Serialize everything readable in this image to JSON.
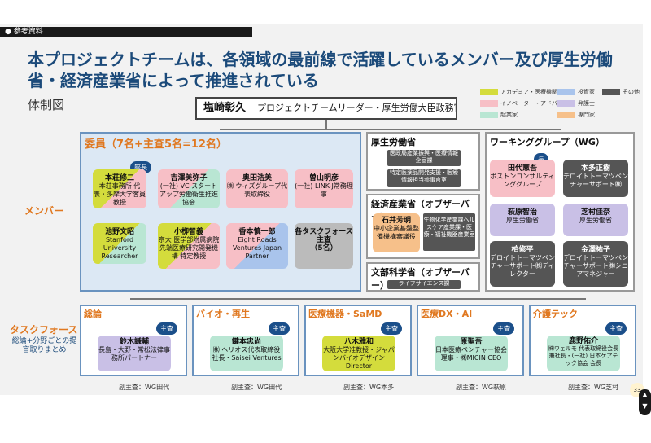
{
  "ref_tag": "参考資料",
  "title": "本プロジェクトチームは、各領域の最前線で活躍しているメンバー及び厚生労働省・経済産業省によって推進されている",
  "subtitle": "体制図",
  "leader": {
    "name": "塩崎彰久",
    "role": "プロジェクトチームリーダー・厚生労働大臣政務官"
  },
  "legend": [
    "アカデミア・医療機関",
    "投資家",
    "その他",
    "イノベーター・アドバイザー",
    "弁護士",
    "起業家",
    "専門家"
  ],
  "side": {
    "members": "メンバー",
    "taskforce": "タスクフォース",
    "tf_sub": "総論+分野ごとの提言取りまとめ"
  },
  "iin": {
    "title": "委員（7名+主査5名=12名）",
    "chair": "座長",
    "cards": [
      "本荘修二\n本荘事務所 代表・多摩大学客員教授",
      "吉澤美弥子\n(一社) VC スタートアップ労働衛生推進協会",
      "奥田浩美\n㈱ ウィズグループ代表取締役",
      "曽山明彦\n(一社) LINK-J常務理事",
      "池野文昭\nStanford University Researcher",
      "小栁智義\n京大 医学部附属病院 先端医療研究開発機構 特定教授",
      "香本慎一郎\nEight Roads Ventures Japan Partner",
      "各タスクフォース主査\n（5名）"
    ]
  },
  "mhlw": {
    "title": "厚生労働省",
    "items": [
      "医政局産業振興・医療情報企画課",
      "特定医薬品開発支援・医療情報担当参事官室"
    ]
  },
  "meti": {
    "title": "経済産業省（オブザーバー）",
    "person": "石井芳明\n中小企業基盤整備機構審議役",
    "item": "生物化学産業課ヘルスケア産業課・医療・福祉機器産業室"
  },
  "mext": {
    "title": "文部科学省（オブザーバー）",
    "item": "ライフサイエンス課"
  },
  "wg": {
    "title": "ワーキンググループ（WG）",
    "chief": "長",
    "cards": [
      "田代憲吾\nポストンコンサルティンググループ",
      "本多正樹\nデロイトトーマツベンチャーサポート㈱",
      "萩原智治\n厚生労働省",
      "芝村佳奈\n厚生労働省",
      "柏修平\nデロイトトーマツベンチャーサポート㈱ディレクター",
      "金澤祐子\nデロイトトーマツベンチャーサポート㈱シニアマネジャー"
    ]
  },
  "taskforces": [
    {
      "title": "総論",
      "lead": "主査",
      "person": "鈴木謙輔\n長島・大野・常松法律事務所パートナー",
      "sub": "副主査：WG田代"
    },
    {
      "title": "バイオ・再生",
      "lead": "主査",
      "person": "鍵本忠尚\n㈱ ヘリオス代表取締役社長・Saisei Ventures",
      "sub": "副主査：WG田代"
    },
    {
      "title": "医療機器・SaMD",
      "lead": "主査",
      "person": "八木雅和\n大阪大学准教授・ジャパンバイオデザインDirector",
      "sub": "副主査：WG本多"
    },
    {
      "title": "医療DX・AI",
      "lead": "主査",
      "person": "原聖吾\n日本医療ベンチャー協会 理事・㈱MICIN CEO",
      "sub": "副主査：WG萩原"
    },
    {
      "title": "介護テック",
      "lead": "主査",
      "person": "鹿野佑介\n㈱ウェルモ 代表取締役会長兼社長・(一社) 日本ケアテック協会 会長",
      "sub": "副主査：WG芝村"
    }
  ],
  "page_number": "33",
  "colors": {
    "academia": "#d4dc3c",
    "investor": "#a9c4ec",
    "other": "#555555",
    "innovator": "#f7bfc6",
    "lawyer": "#c9c0e6",
    "entrepreneur": "#b9e6d3",
    "expert": "#f6c08a"
  }
}
